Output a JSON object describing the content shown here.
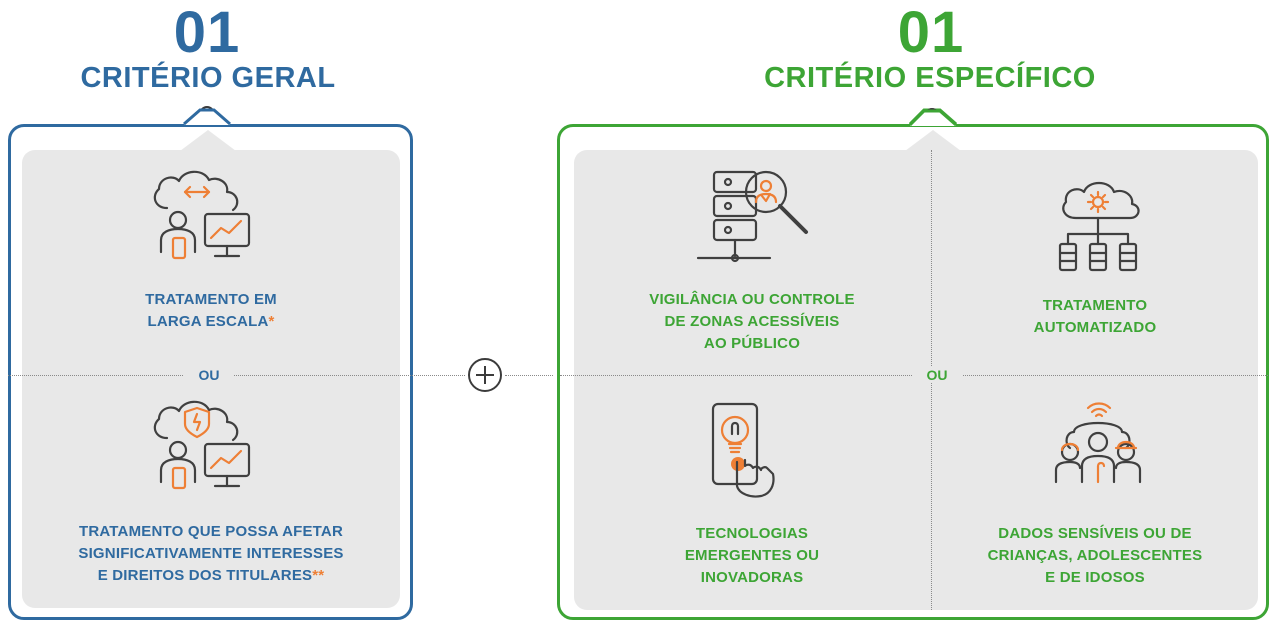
{
  "left": {
    "number": "01",
    "title": "CRITÉRIO GERAL",
    "item1": {
      "line1": "TRATAMENTO EM",
      "line2": "LARGA ESCALA",
      "mark": "*"
    },
    "separator": "OU",
    "item2": {
      "line1": "TRATAMENTO QUE POSSA AFETAR",
      "line2": "SIGNIFICATIVAMENTE INTERESSES",
      "line3": "E DIREITOS DOS TITULARES",
      "mark": "**"
    }
  },
  "connector": {
    "symbol": "+"
  },
  "right": {
    "number": "01",
    "title": "CRITÉRIO ESPECÍFICO",
    "separator": "OU",
    "item1": {
      "line1": "VIGILÂNCIA OU CONTROLE",
      "line2": "DE ZONAS ACESSÍVEIS",
      "line3": "AO PÚBLICO"
    },
    "item2": {
      "line1": "TRATAMENTO",
      "line2": "AUTOMATIZADO"
    },
    "item3": {
      "line1": "TECNOLOGIAS",
      "line2": "EMERGENTES OU",
      "line3": "INOVADORAS"
    },
    "item4": {
      "line1": "DADOS SENSÍVEIS OU DE",
      "line2": "CRIANÇAS, ADOLESCENTES",
      "line3": "E DE IDOSOS"
    }
  },
  "colors": {
    "blue": "#2f6aa0",
    "green": "#3da535",
    "orange": "#ee7f35",
    "panel": "#e8e8e8"
  },
  "icons": [
    "cloud-user-chart-icon",
    "cloud-shield-user-chart-icon",
    "server-search-icon",
    "cloud-gear-network-icon",
    "lightbulb-touch-icon",
    "people-group-icon"
  ]
}
